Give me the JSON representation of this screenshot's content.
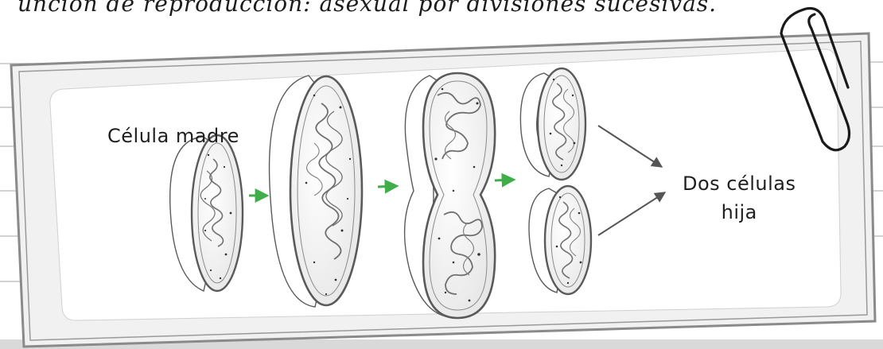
{
  "header": {
    "text": "unción de reproducción: asexual por divisiones sucesivas."
  },
  "diagram": {
    "label_mother": "Célula madre",
    "label_daughters_line1": "Dos células",
    "label_daughters_line2": "hija",
    "colors": {
      "card_border": "#8a8a8a",
      "card_fill": "#f2f2f2",
      "inner_panel": "#ffffff",
      "arrow_green": "#3fae49",
      "arrow_gray": "#555555",
      "cell_outline": "#5a5a5a",
      "bottom_bar": "#d9d9d9"
    }
  }
}
